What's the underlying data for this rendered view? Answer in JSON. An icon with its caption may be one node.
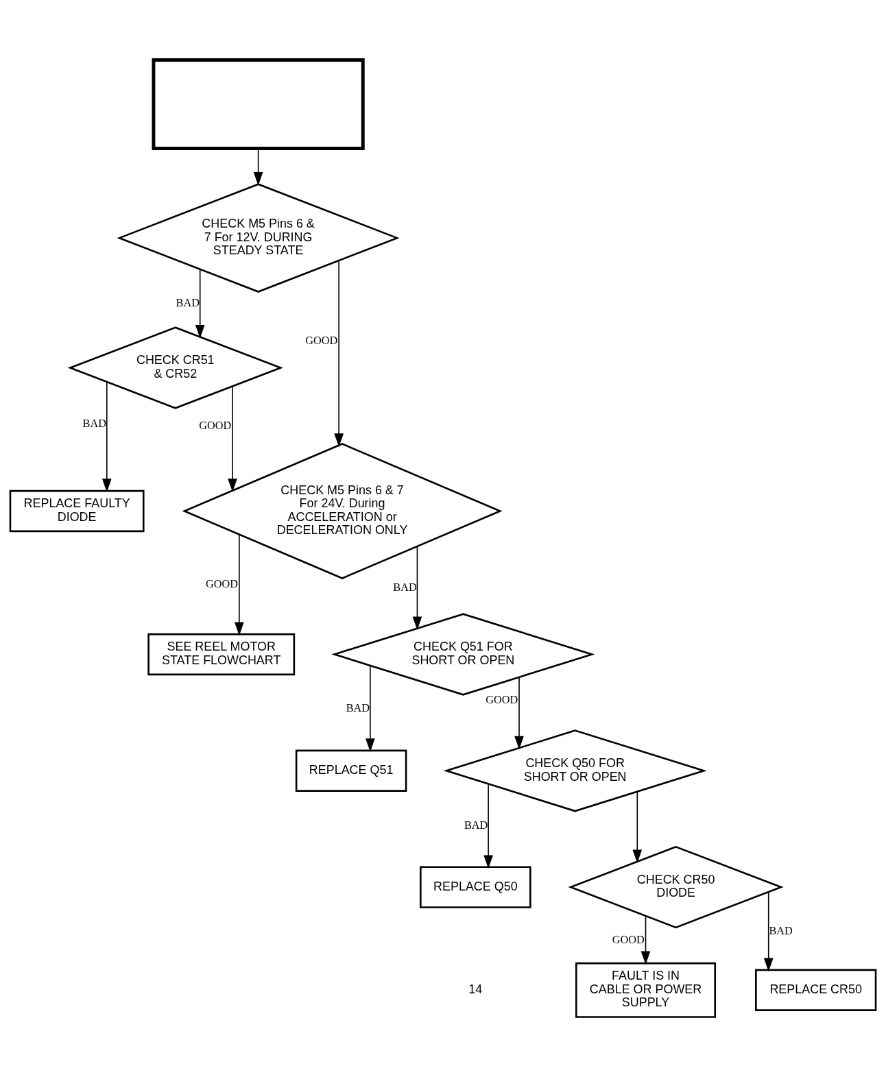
{
  "diagram": {
    "nodes": [
      {
        "text": [],
        "shape": "box"
      },
      {
        "text": [
          "CHECK M5 Pins 6 & 7 For 12V. DURING STEADY STATE"
        ]
      },
      {
        "text": [
          "CHECK CR51 & CR52"
        ]
      },
      {
        "text": [
          "REPLACE FAULTY DIODE"
        ]
      },
      {
        "text": [
          "CHECK M5 Pins 6 & 7 For 24V. During ACCELERATION or DECELERATION ONLY"
        ]
      },
      {
        "text": [
          "SEE REEL MOTOR STATE FLOWCHART"
        ]
      },
      {
        "text": [
          "CHECK Q51 FOR SHORT OR OPEN"
        ]
      },
      {
        "text": [
          "REPLACE Q51"
        ]
      },
      {
        "text": [
          "CHECK Q50 FOR SHORT OR OPEN"
        ]
      },
      {
        "text": [
          "REPLACE Q50"
        ]
      },
      {
        "text": [
          "CHECK CR50 DIODE"
        ]
      },
      {
        "text": [
          "FAULT IS IN CABLE OR POWER SUPPLY"
        ]
      },
      {
        "text": [
          "REPLACE CR50"
        ]
      }
    ],
    "edges": [
      {
        "from": 0,
        "to": 1,
        "arrow": "to"
      },
      {
        "from": 1,
        "to": 2,
        "arrow": "to",
        "label": "BAD"
      },
      {
        "from": 1,
        "to": 4,
        "arrow": "to",
        "label": "GOOD"
      },
      {
        "from": 2,
        "to": 4,
        "arrow": "to",
        "label": "GOOD"
      },
      {
        "from": 2,
        "to": 3,
        "arrow": "to",
        "label": "BAD"
      },
      {
        "from": 4,
        "to": 5,
        "arrow": "to",
        "label": "GOOD"
      },
      {
        "from": 4,
        "to": 6,
        "arrow": "to",
        "label": "BAD"
      },
      {
        "from": 6,
        "to": 8,
        "arrow": "to",
        "label": "GOOD"
      },
      {
        "from": 6,
        "to": 7,
        "arrow": "to",
        "label": "BAD"
      },
      {
        "from": 8,
        "to": 10,
        "arrow": "to"
      },
      {
        "from": 8,
        "to": 9,
        "arrow": "to",
        "label": "BAD"
      },
      {
        "from": 10,
        "to": 11,
        "arrow": "to",
        "label": "GOOD"
      },
      {
        "from": 10,
        "to": 12,
        "arrow": "to",
        "label": "BAD"
      }
    ],
    "labels": [
      "14"
    ]
  }
}
